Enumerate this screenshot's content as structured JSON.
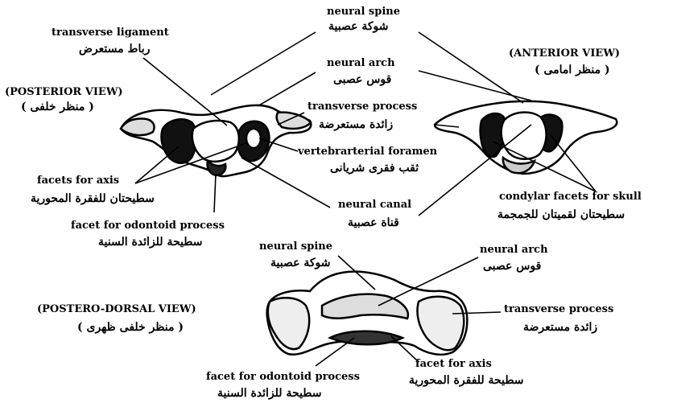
{
  "views": {
    "posterior": {
      "en": "(POSTERIOR VIEW)",
      "ar": "( منظر خلفى )"
    },
    "anterior": {
      "en": "(ANTERIOR VIEW)",
      "ar": "( منظر امامى )"
    },
    "postero_dorsal": {
      "en": "(POSTERO-DORSAL VIEW)",
      "ar": "( منظر خلفى ظهرى )"
    }
  },
  "labels": {
    "neural_spine": {
      "en": "neural spine",
      "ar": "شوكة عصبية"
    },
    "transverse_ligament": {
      "en": "transverse ligament",
      "ar": "رباط مستعرض"
    },
    "neural_arch": {
      "en": "neural arch",
      "ar": "قوس عصبى"
    },
    "transverse_process": {
      "en": "transverse process",
      "ar": "زائدة مستعرضة"
    },
    "vertebrarterial_foramen": {
      "en": "vertebrarterial foramen",
      "ar": "ثقب فقرى شريانى"
    },
    "facets_for_axis": {
      "en": "facets for axis",
      "ar": "سطيحتان للفقرة المحورية"
    },
    "facet_for_odontoid": {
      "en": "facet for odontoid process",
      "ar": "سطيحة للزائدة السنية"
    },
    "neural_canal": {
      "en": "neural canal",
      "ar": "قناة عصبية"
    },
    "condylar_facets": {
      "en": "condylar facets for skull",
      "ar": "سطيحتان لقميتان للجمجمة"
    },
    "lower_neural_spine": {
      "en": "neural spine",
      "ar": "شوكة عصبية"
    },
    "lower_neural_arch": {
      "en": "neural arch",
      "ar": "قوس عصبى"
    },
    "lower_transverse_process": {
      "en": "transverse process",
      "ar": "زائدة مستعرضة"
    },
    "lower_facet_for_odontoid": {
      "en": "facet for odontoid process",
      "ar": "سطيحة للزائدة السنية"
    },
    "lower_facet_for_axis": {
      "en": "facet for axis",
      "ar": "سطيحة للفقرة المحورية"
    }
  }
}
